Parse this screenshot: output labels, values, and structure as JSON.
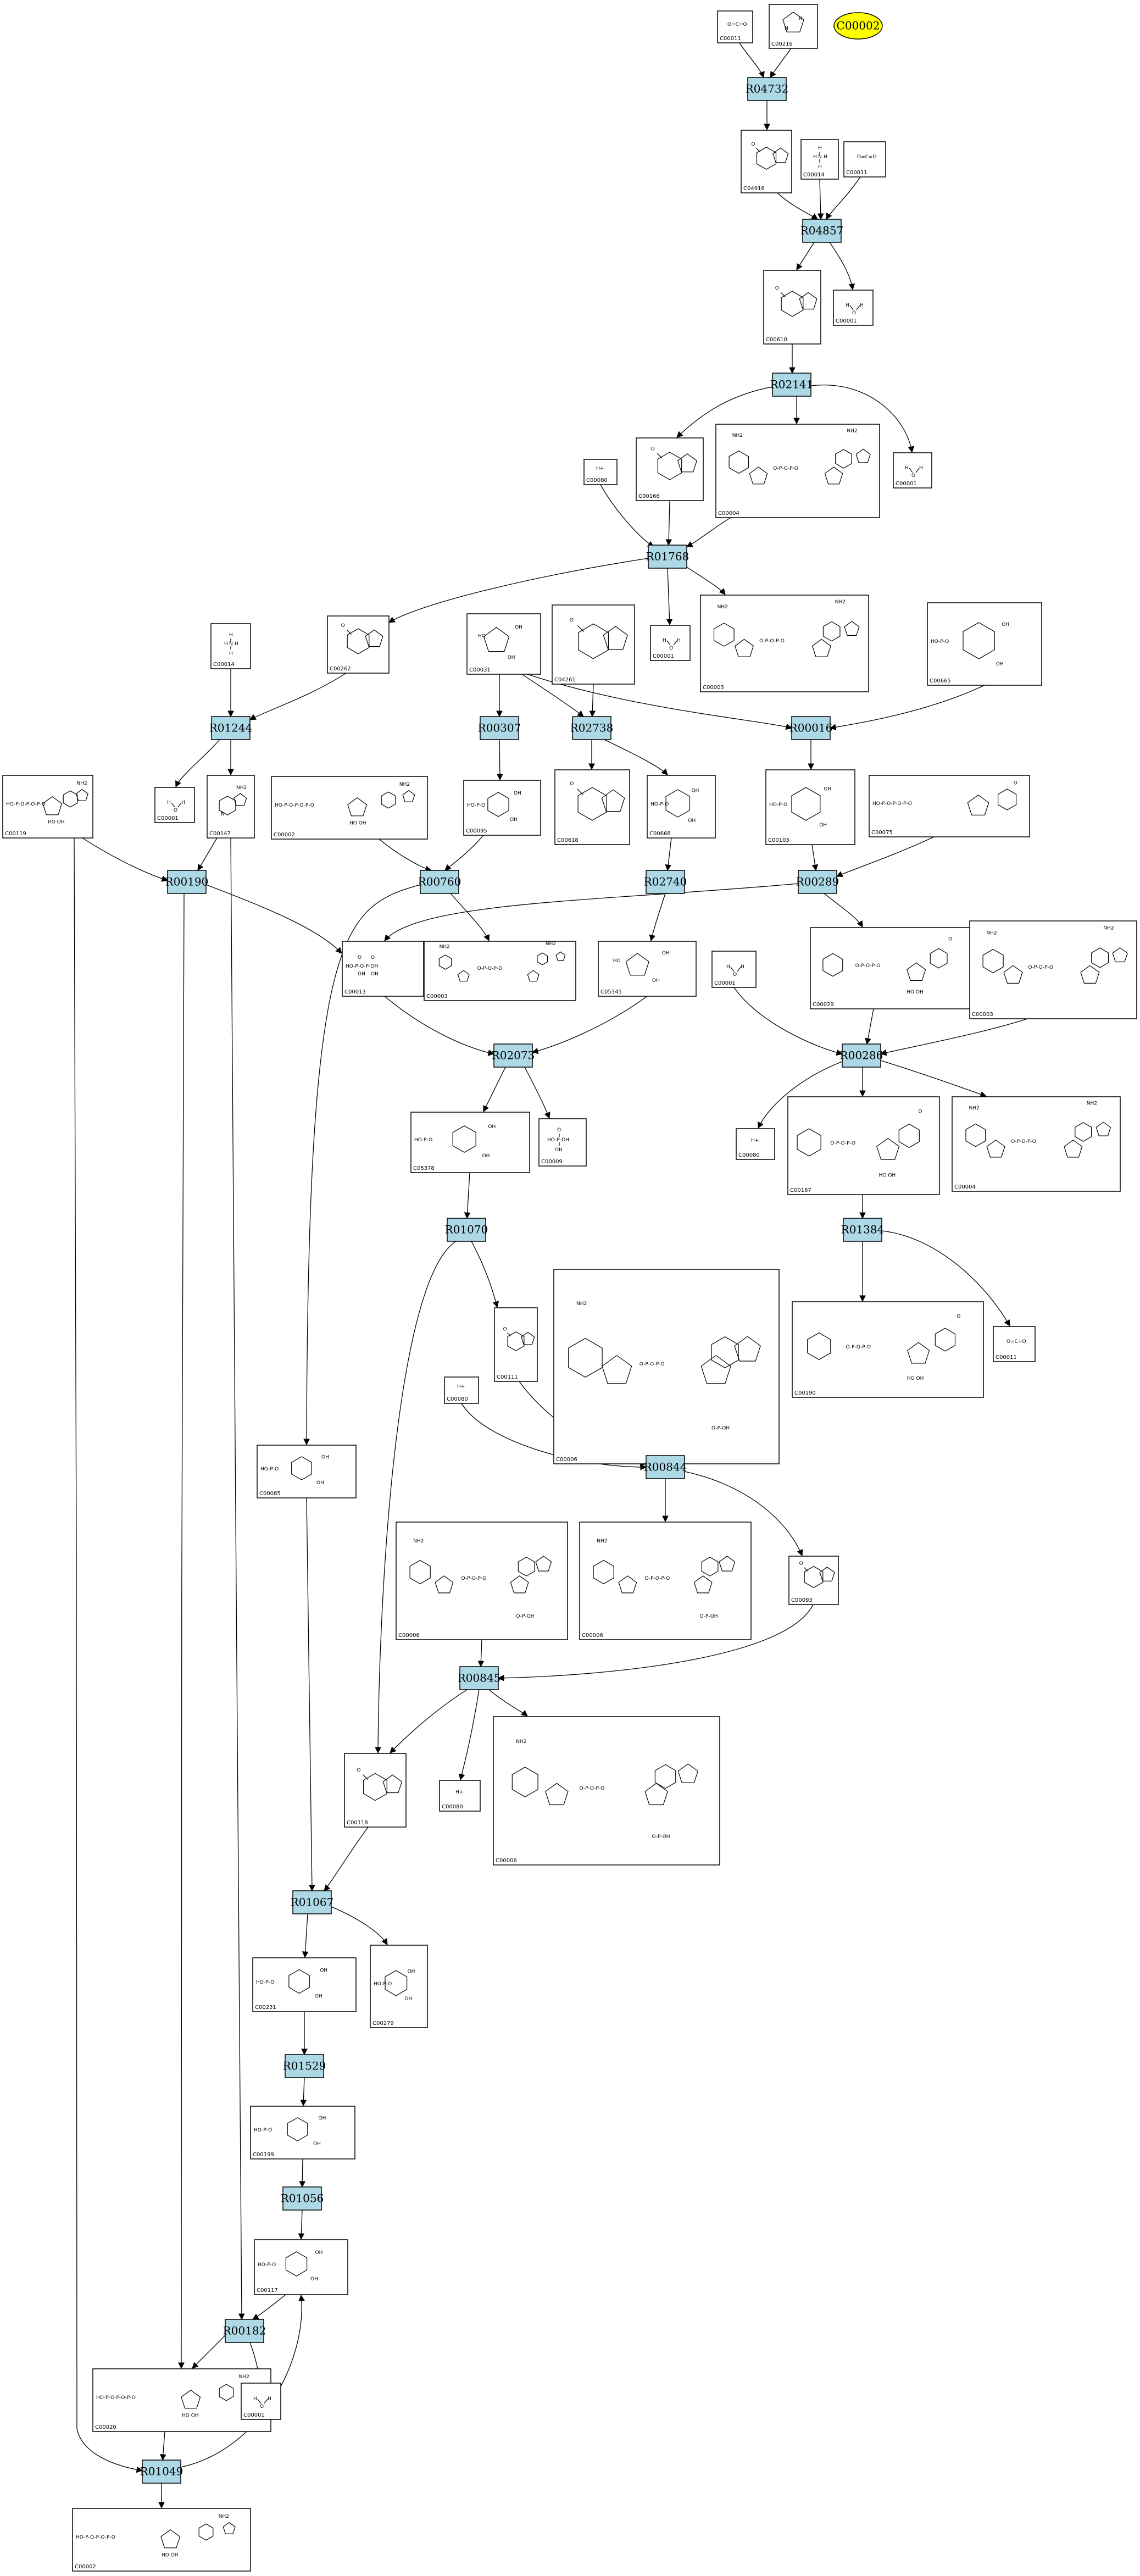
{
  "diagram": {
    "reactions": [
      "R04732",
      "R04857",
      "R02141",
      "R01768",
      "R01244",
      "R00307",
      "R02738",
      "R00016",
      "R00190",
      "R00760",
      "R02740",
      "R00289",
      "R02073",
      "R00286",
      "R01070",
      "R01384",
      "R00844",
      "R00845",
      "R01067",
      "R01529",
      "R01056",
      "R00182",
      "R01049"
    ],
    "highlight": "C00002",
    "highlight_color": "#ffff00",
    "reaction_color": "#add8e6",
    "compounds": [
      {
        "id": "c1",
        "label": "C00011"
      },
      {
        "id": "c2",
        "label": "C00216"
      },
      {
        "id": "c3",
        "label": "C04916"
      },
      {
        "id": "c4",
        "label": "C00014"
      },
      {
        "id": "c5",
        "label": "C00011"
      },
      {
        "id": "c6",
        "label": "C00001"
      },
      {
        "id": "c7",
        "label": "C00610"
      },
      {
        "id": "c8",
        "label": "C00001"
      },
      {
        "id": "c9",
        "label": "C00080"
      },
      {
        "id": "c10",
        "label": "C00166"
      },
      {
        "id": "c11",
        "label": "C00004"
      },
      {
        "id": "c12",
        "label": "C00001"
      },
      {
        "id": "c13",
        "label": "C00003"
      },
      {
        "id": "c14",
        "label": "C00665"
      },
      {
        "id": "c15",
        "label": "C00014"
      },
      {
        "id": "c16",
        "label": "C00262"
      },
      {
        "id": "c17",
        "label": "C00031"
      },
      {
        "id": "c18",
        "label": "C04261"
      },
      {
        "id": "c19",
        "label": "C00119"
      },
      {
        "id": "c20",
        "label": "C00001"
      },
      {
        "id": "c21",
        "label": "C00147"
      },
      {
        "id": "c22",
        "label": "C00002"
      },
      {
        "id": "c23",
        "label": "C00095"
      },
      {
        "id": "c24",
        "label": "C00618"
      },
      {
        "id": "c25",
        "label": "C00668"
      },
      {
        "id": "c26",
        "label": "C00103"
      },
      {
        "id": "c27",
        "label": "C00075"
      },
      {
        "id": "c28",
        "label": "C00013"
      },
      {
        "id": "c29",
        "label": "C00003"
      },
      {
        "id": "c30",
        "label": "C05345"
      },
      {
        "id": "c31",
        "label": "C00001"
      },
      {
        "id": "c32",
        "label": "C00029"
      },
      {
        "id": "c33",
        "label": "C00003"
      },
      {
        "id": "c34",
        "label": "C05378"
      },
      {
        "id": "c35",
        "label": "C00009"
      },
      {
        "id": "c36",
        "label": "C00080"
      },
      {
        "id": "c37",
        "label": "C00167"
      },
      {
        "id": "c38",
        "label": "C00004"
      },
      {
        "id": "c39",
        "label": "C00080"
      },
      {
        "id": "c40",
        "label": "C00111"
      },
      {
        "id": "c41",
        "label": "C00006"
      },
      {
        "id": "c42",
        "label": "C00190"
      },
      {
        "id": "c43",
        "label": "C00011"
      },
      {
        "id": "c44",
        "label": "C00085"
      },
      {
        "id": "c45",
        "label": "C00006"
      },
      {
        "id": "c46",
        "label": "C00006"
      },
      {
        "id": "c47",
        "label": "C00093"
      },
      {
        "id": "c48",
        "label": "C00118"
      },
      {
        "id": "c49",
        "label": "C00080"
      },
      {
        "id": "c50",
        "label": "C00006"
      },
      {
        "id": "c51",
        "label": "C00231"
      },
      {
        "id": "c52",
        "label": "C00279"
      },
      {
        "id": "c53",
        "label": "C00199"
      },
      {
        "id": "c54",
        "label": "C00117"
      },
      {
        "id": "c55",
        "label": "C00020"
      },
      {
        "id": "c56",
        "label": "C00001"
      },
      {
        "id": "c57",
        "label": "C00002"
      }
    ]
  }
}
